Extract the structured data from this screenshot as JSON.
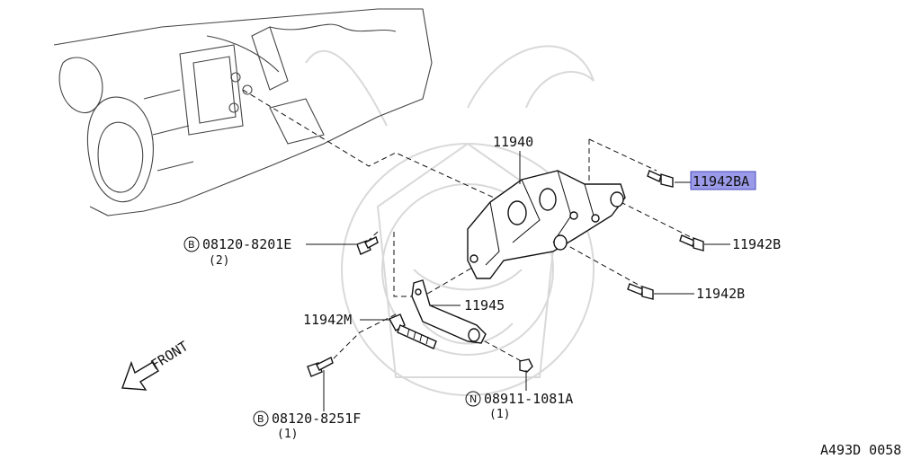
{
  "diagram": {
    "labels": {
      "bracket": "11940",
      "bolt_a": "11942BA",
      "bolt_b1": "11942B",
      "bolt_b2": "11942B",
      "bolt_e": "08120-8201E",
      "bolt_e_qty": "(2)",
      "bolt_e_symbol": "B",
      "strut": "11945",
      "stud": "11942M",
      "bolt_f": "08120-8251F",
      "bolt_f_qty": "(1)",
      "bolt_f_symbol": "B",
      "nut": "08911-1081A",
      "nut_qty": "(1)",
      "nut_symbol": "N",
      "front": "FRONT",
      "ref_code": "A493D 0058"
    },
    "highlight_color": "#9a9ae8",
    "line_color": "#111111"
  }
}
